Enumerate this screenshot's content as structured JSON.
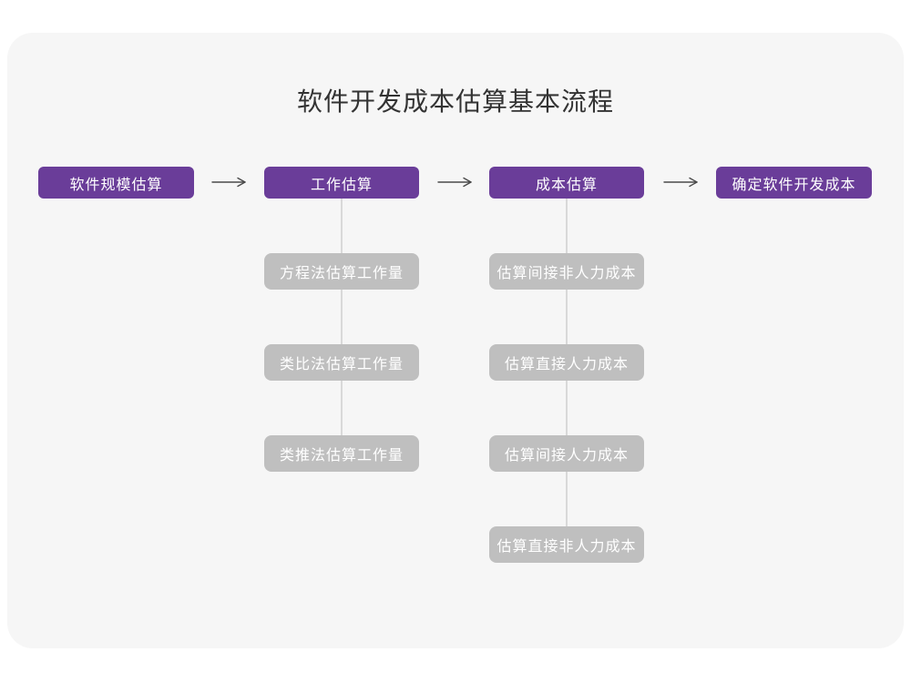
{
  "title": "软件开发成本估算基本流程",
  "colors": {
    "purple": "#6A3D99",
    "gray_node": "#BFBFBF",
    "node_text": "#FFFFFF",
    "connector": "#D9D9D9",
    "arrow": "#4A4A4A",
    "card_bg": "#F6F6F6",
    "page_bg": "#FFFFFF",
    "title_text": "#333333"
  },
  "stages": [
    {
      "label": "软件规模估算"
    },
    {
      "label": "工作估算"
    },
    {
      "label": "成本估算"
    },
    {
      "label": "确定软件开发成本"
    }
  ],
  "work_estimation_methods": [
    {
      "label": "方程法估算工作量"
    },
    {
      "label": "类比法估算工作量"
    },
    {
      "label": "类推法估算工作量"
    }
  ],
  "cost_estimation_steps": [
    {
      "label": "估算间接非人力成本"
    },
    {
      "label": "估算直接人力成本"
    },
    {
      "label": "估算间接人力成本"
    },
    {
      "label": "估算直接非人力成本"
    }
  ]
}
